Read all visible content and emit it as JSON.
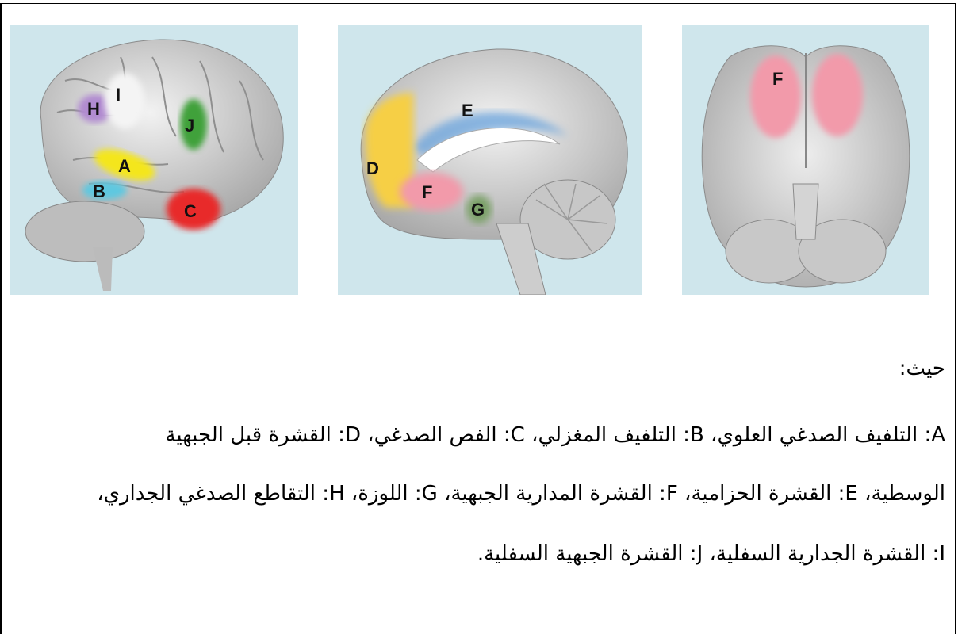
{
  "figure": {
    "lateral_labels": [
      "H",
      "I",
      "J",
      "A",
      "B",
      "C"
    ],
    "medial_labels": [
      "E",
      "D",
      "F",
      "G"
    ],
    "ventral_labels": [
      "F"
    ],
    "region_colors": {
      "A": "#f4e61a",
      "B": "#5fc8e0",
      "C": "#e8292a",
      "D": "#f6cf45",
      "E": "#6fa6dc",
      "F": "#f29aaa",
      "G": "#7aa068",
      "H": "#b18bd0",
      "I": "#f4f4f4",
      "J": "#3fa13a"
    }
  },
  "legend": {
    "intro": "حيث:",
    "line1": "A: التلفيف الصدغي العلوي، B: التلفيف المغزلي، C: الفص الصدغي، D: القشرة قبل الجبهية",
    "line2": "الوسطية، E: القشرة الحزامية، F: القشرة المدارية الجبهية، G: اللوزة، H: التقاطع الصدغي الجداري،",
    "line3": "I: القشرة الجدارية السفلية، J: القشرة الجبهية السفلية."
  }
}
